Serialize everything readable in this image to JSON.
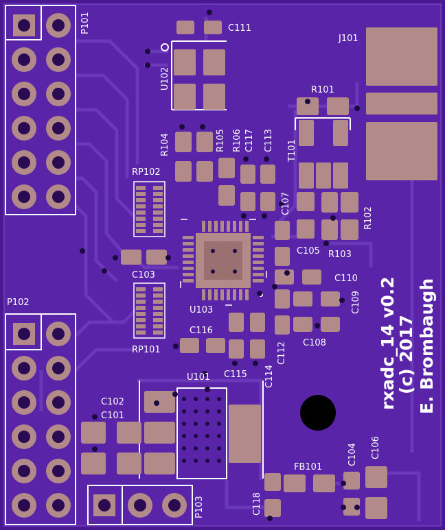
{
  "board": {
    "colors": {
      "substrate": "#4a1890",
      "copper": "#5a24a8",
      "trace": "#6a38b8",
      "pad": "#b38a8a",
      "pad_dark": "#9a7070",
      "silk": "#ffffff",
      "via": "#1a0a40",
      "hole": "#000000"
    },
    "credits": {
      "line1": "rxadc_14 v0.2",
      "line2": "(c) 2017",
      "line3": "E. Brombaugh"
    }
  },
  "refs": {
    "P101": "P101",
    "P102": "P102",
    "P103": "P103",
    "J101": "J101",
    "C111": "C111",
    "U102": "U102",
    "R101": "R101",
    "R104": "R104",
    "R105": "R105",
    "R106": "R106",
    "C117": "C117",
    "C113": "C113",
    "T101": "T101",
    "RP102": "RP102",
    "C107": "C107",
    "R102": "R102",
    "C105": "C105",
    "R103": "R103",
    "C103": "C103",
    "C110": "C110",
    "C109": "C109",
    "U103": "U103",
    "RP101": "RP101",
    "C116": "C116",
    "C108": "C108",
    "C112": "C112",
    "C115": "C115",
    "C114": "C114",
    "U101": "U101",
    "C102": "C102",
    "C101": "C101",
    "FB101": "FB101",
    "C104": "C104",
    "C106": "C106",
    "C118": "C118"
  }
}
